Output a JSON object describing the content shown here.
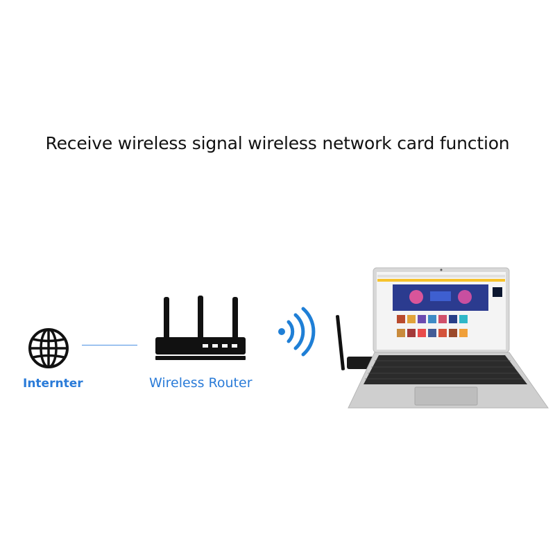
{
  "title": "Receive wireless signal wireless network card function",
  "internet": {
    "label": "Internter",
    "icon": "globe-icon"
  },
  "router": {
    "label": "Wireless Router",
    "icon": "wireless-router-icon"
  },
  "signal": {
    "icon": "wifi-signal-icon"
  },
  "laptop": {
    "icon": "laptop-with-usb-wifi-adapter"
  },
  "colors": {
    "label_blue": "#2a7bd8",
    "connector_blue": "#4a90e2",
    "signal_blue": "#1f7fd6",
    "icon_black": "#111111",
    "screen_header_yellow": "#f6c22c",
    "screen_banner_blue": "#2b3b8f"
  }
}
